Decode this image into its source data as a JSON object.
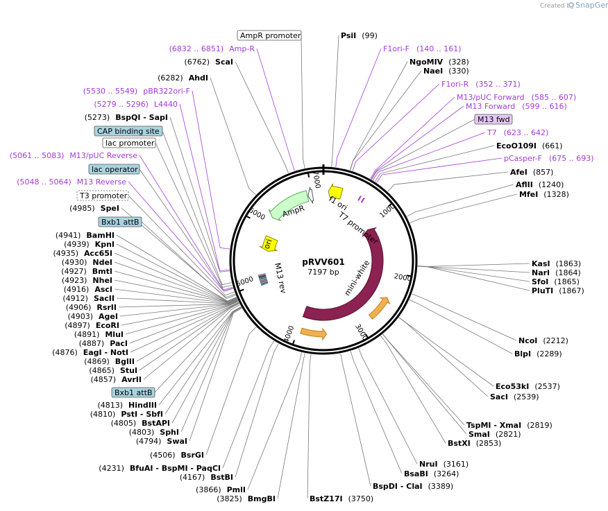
{
  "credit": {
    "prefix": "Created by",
    "brand": "SnapGene"
  },
  "plasmid": {
    "name": "pRVV601",
    "length_label": "7197 bp",
    "length": 7197
  },
  "ticks": [
    {
      "pos": 1000,
      "label": "1000"
    },
    {
      "pos": 2000,
      "label": "2000"
    },
    {
      "pos": 3000,
      "label": "3000"
    },
    {
      "pos": 4000,
      "label": "4000"
    },
    {
      "pos": 5000,
      "label": "5000"
    },
    {
      "pos": 6000,
      "label": "6000"
    },
    {
      "pos": 7000,
      "label": "7000"
    }
  ],
  "features": [
    {
      "name": "AmpR",
      "label": "AmpR",
      "start": 6200,
      "end": 6920,
      "direction": "reverse",
      "color": "#ccffcc",
      "stroke": "#55aa55"
    },
    {
      "name": "AmpR promoter",
      "label": "",
      "start": 6930,
      "end": 7010,
      "direction": "reverse",
      "color": "#ffffff",
      "stroke": "#555555"
    },
    {
      "name": "f1 ori",
      "label": "f1 ori",
      "start": 80,
      "end": 300,
      "direction": "reverse",
      "color": "#ffff00",
      "stroke": "#888800"
    },
    {
      "name": "ori",
      "label": "ori",
      "start": 5590,
      "end": 5870,
      "direction": "reverse",
      "color": "#ffff00",
      "stroke": "#888800"
    },
    {
      "name": "mini-white",
      "label": "mini-white",
      "start": 1100,
      "end": 4000,
      "direction": "reverse",
      "color": "#8b2252",
      "stroke": "#5a1030"
    },
    {
      "name": "mini-white exon 2",
      "label": "",
      "start": 2400,
      "end": 2800,
      "direction": "reverse",
      "color": "#f0b050",
      "stroke": "#c08020"
    },
    {
      "name": "mini-white exon 3",
      "label": "",
      "start": 3550,
      "end": 3950,
      "direction": "reverse",
      "color": "#f0b050",
      "stroke": "#c08020"
    }
  ],
  "inner_labels": [
    {
      "text": "T7 promoter"
    },
    {
      "text": "M13 rev"
    }
  ],
  "enzymes_right": [
    {
      "name": "PsiI",
      "pos": "(99)",
      "site": 99
    },
    {
      "name": "NgoMIV",
      "pos": "(328)",
      "site": 328
    },
    {
      "name": "NaeI",
      "pos": "(330)",
      "site": 330
    },
    {
      "name": "EcoO109I",
      "pos": "(661)",
      "site": 661
    },
    {
      "name": "AfeI",
      "pos": "(857)",
      "site": 857
    },
    {
      "name": "AflII",
      "pos": "(1240)",
      "site": 1240
    },
    {
      "name": "MfeI",
      "pos": "(1328)",
      "site": 1328
    },
    {
      "name": "KasI",
      "pos": "(1863)",
      "site": 1863
    },
    {
      "name": "NarI",
      "pos": "(1864)",
      "site": 1864
    },
    {
      "name": "SfoI",
      "pos": "(1865)",
      "site": 1865
    },
    {
      "name": "PluTI",
      "pos": "(1867)",
      "site": 1867
    },
    {
      "name": "NcoI",
      "pos": "(2212)",
      "site": 2212
    },
    {
      "name": "BlpI",
      "pos": "(2289)",
      "site": 2289
    },
    {
      "name": "Eco53kI",
      "pos": "(2537)",
      "site": 2537
    },
    {
      "name": "SacI",
      "pos": "(2539)",
      "site": 2539
    },
    {
      "name": "TspMI - XmaI",
      "pos": "(2819)",
      "site": 2819
    },
    {
      "name": "SmaI",
      "pos": "(2821)",
      "site": 2821
    },
    {
      "name": "BstXI",
      "pos": "(2853)",
      "site": 2853
    },
    {
      "name": "NruI",
      "pos": "(3161)",
      "site": 3161
    },
    {
      "name": "BsaBI",
      "pos": "(3264)",
      "site": 3264
    },
    {
      "name": "BspDI - ClaI",
      "pos": "(3389)",
      "site": 3389
    },
    {
      "name": "BstZ17I",
      "pos": "(3750)",
      "site": 3750
    }
  ],
  "enzymes_left": [
    {
      "name": "ScaI",
      "pos": "(6762)",
      "site": 6762
    },
    {
      "name": "AhdI",
      "pos": "(6282)",
      "site": 6282
    },
    {
      "name": "BspQI - SapI",
      "pos": "(5273)",
      "site": 5273
    },
    {
      "name": "SpeI",
      "pos": "(4985)",
      "site": 4985
    },
    {
      "name": "BamHI",
      "pos": "(4941)",
      "site": 4941
    },
    {
      "name": "KpnI",
      "pos": "(4939)",
      "site": 4939
    },
    {
      "name": "Acc65I",
      "pos": "(4935)",
      "site": 4935
    },
    {
      "name": "NdeI",
      "pos": "(4930)",
      "site": 4930
    },
    {
      "name": "BmtI",
      "pos": "(4927)",
      "site": 4927
    },
    {
      "name": "NheI",
      "pos": "(4923)",
      "site": 4923
    },
    {
      "name": "AscI",
      "pos": "(4916)",
      "site": 4916
    },
    {
      "name": "SacII",
      "pos": "(4912)",
      "site": 4912
    },
    {
      "name": "RsrII",
      "pos": "(4906)",
      "site": 4906
    },
    {
      "name": "AgeI",
      "pos": "(4903)",
      "site": 4903
    },
    {
      "name": "EcoRI",
      "pos": "(4897)",
      "site": 4897
    },
    {
      "name": "MluI",
      "pos": "(4891)",
      "site": 4891
    },
    {
      "name": "PacI",
      "pos": "(4887)",
      "site": 4887
    },
    {
      "name": "EagI - NotI",
      "pos": "(4876)",
      "site": 4876
    },
    {
      "name": "BglII",
      "pos": "(4869)",
      "site": 4869
    },
    {
      "name": "StuI",
      "pos": "(4865)",
      "site": 4865
    },
    {
      "name": "AvrII",
      "pos": "(4857)",
      "site": 4857
    },
    {
      "name": "HindIII",
      "pos": "(4813)",
      "site": 4813
    },
    {
      "name": "PstI - SbfI",
      "pos": "(4810)",
      "site": 4810
    },
    {
      "name": "BstAPI",
      "pos": "(4805)",
      "site": 4805
    },
    {
      "name": "SphI",
      "pos": "(4803)",
      "site": 4803
    },
    {
      "name": "SwaI",
      "pos": "(4794)",
      "site": 4794
    },
    {
      "name": "BsrGI",
      "pos": "(4506)",
      "site": 4506
    },
    {
      "name": "BfuAI - BspMI - PaqCI",
      "pos": "(4231)",
      "site": 4231
    },
    {
      "name": "BstBI",
      "pos": "(4167)",
      "site": 4167
    },
    {
      "name": "PmlI",
      "pos": "(3866)",
      "site": 3866
    },
    {
      "name": "BmgBI",
      "pos": "(3825)",
      "site": 3825
    }
  ],
  "primers_right": [
    {
      "name": "F1ori-F",
      "pos": "(140 .. 161)",
      "site": 150
    },
    {
      "name": "F1ori-R",
      "pos": "(352 .. 371)",
      "site": 360
    },
    {
      "name": "M13/pUC Forward",
      "pos": "(585 .. 607)",
      "site": 596
    },
    {
      "name": "M13 Forward",
      "pos": "(599 .. 616)",
      "site": 607
    },
    {
      "name": "T7",
      "pos": "(623 .. 642)",
      "site": 632
    },
    {
      "name": "pCasper-F",
      "pos": "(675 .. 693)",
      "site": 684
    }
  ],
  "primers_left": [
    {
      "name": "Amp-R",
      "pos": "(6832 .. 6851)",
      "site": 6841
    },
    {
      "name": "pBR322ori-F",
      "pos": "(5530 .. 5549)",
      "site": 5540
    },
    {
      "name": "L4440",
      "pos": "(5279 .. 5296)",
      "site": 5287
    },
    {
      "name": "M13/pUC Reverse",
      "pos": "(5061 .. 5083)",
      "site": 5072
    },
    {
      "name": "M13 Reverse",
      "pos": "(5048 .. 5064)",
      "site": 5056
    }
  ],
  "boxes": [
    {
      "text": "AmpR promoter",
      "style": "white",
      "site": 6970
    },
    {
      "text": "M13 fwd",
      "style": "purple",
      "site": 615
    },
    {
      "text": "CAP binding site",
      "style": "blue",
      "site": 5130
    },
    {
      "text": "lac promoter",
      "style": "white",
      "site": 5100
    },
    {
      "text": "lac operator",
      "style": "blue",
      "site": 5060
    },
    {
      "text": "T3 promoter",
      "style": "white-dashed",
      "site": 5010
    },
    {
      "text": "Bxb1 attB",
      "style": "blue",
      "site": 4970
    },
    {
      "text": "Bxb1 attB",
      "style": "blue",
      "site": 4840
    }
  ],
  "colors": {
    "primer": "#a23ad8",
    "box_blue": "#a9d3df",
    "box_purple": "#e6c8f5",
    "backbone": "#000000"
  }
}
